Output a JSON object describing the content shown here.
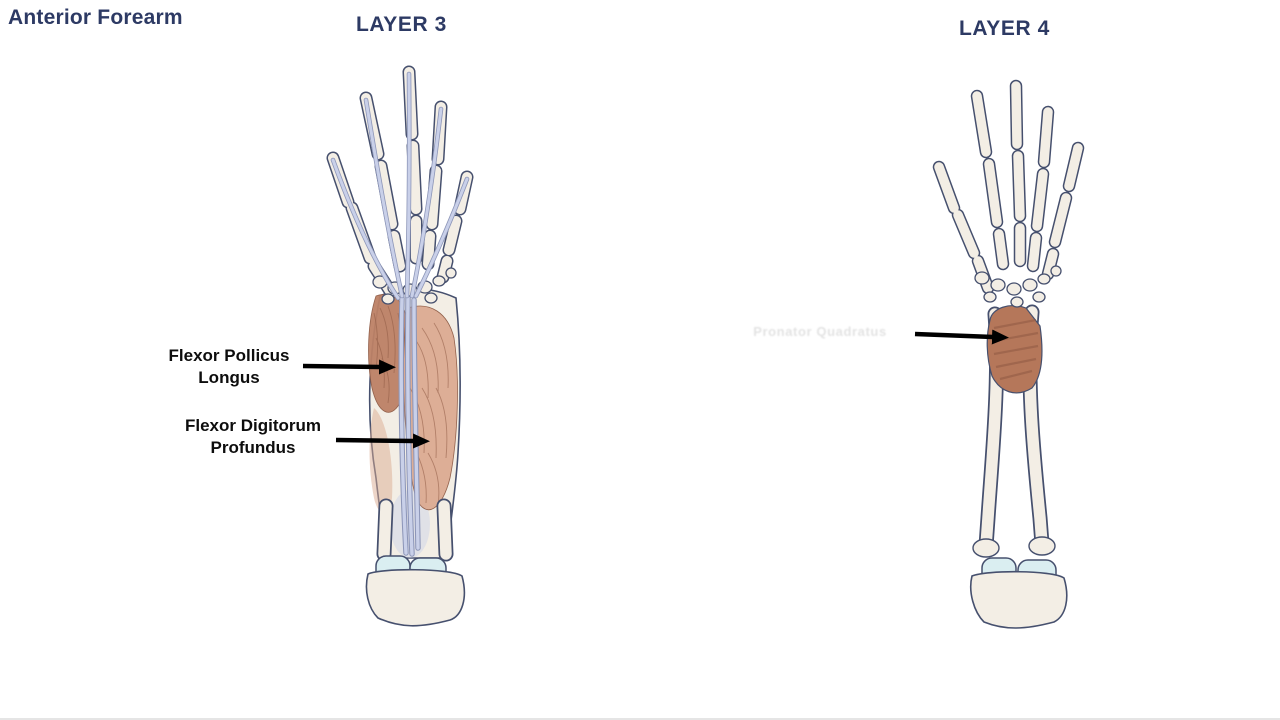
{
  "page": {
    "title": "Anterior Forearm"
  },
  "layers": [
    {
      "id": "layer3",
      "title": "LAYER 3"
    },
    {
      "id": "layer4",
      "title": "LAYER 4"
    }
  ],
  "annotations": {
    "flexor_pollicus": {
      "line1": "Flexor Pollicus",
      "line2": "Longus"
    },
    "flexor_digitorum": {
      "line1": "Flexor Digitorum",
      "line2": "Profundus"
    },
    "pronator_quadratus": {
      "text": "Pronator Quadratus",
      "faded": true
    }
  },
  "icons": {
    "fpl_arrow": "black-right-arrow",
    "fdp_arrow": "black-right-arrow",
    "pq_arrow": "black-right-arrow"
  },
  "colors": {
    "title": "#2d3a64",
    "label": "#0d0d0d",
    "arrow": "#000000",
    "outline": "#46506e",
    "bone": "#f3eee5",
    "bone_warm": "#efe7d8",
    "tendon": "#c9d0e9",
    "tendon_edge": "#8d96b8",
    "muscle": "#bd8166",
    "muscle_dark": "#8e5a44",
    "muscle_light": "#dcab92",
    "pronator": "#b5775a",
    "cartilage": "#daeef1",
    "ghost": "#b5b5b5",
    "background": "#ffffff"
  }
}
